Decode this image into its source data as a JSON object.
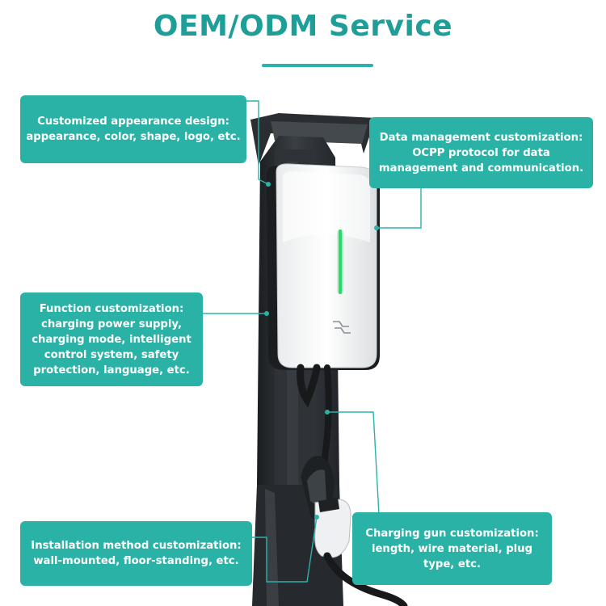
{
  "header": {
    "title": "OEM/ODM Service"
  },
  "callouts": {
    "appearance": {
      "lines": [
        "Customized appearance design:",
        "appearance, color, shape, logo, etc."
      ]
    },
    "data_management": {
      "lines": [
        "Data management customization:",
        "OCPP protocol for data",
        "management and communication."
      ]
    },
    "function": {
      "lines": [
        "Function customization:",
        "charging power supply,",
        "charging mode, intelligent",
        "control system, safety",
        "protection, language, etc."
      ]
    },
    "installation": {
      "lines": [
        "Installation method customization:",
        "wall-mounted, floor-standing, etc."
      ]
    },
    "charging_gun": {
      "lines": [
        "Charging gun customization:",
        "length, wire material, plug",
        "type, etc."
      ]
    }
  },
  "colors": {
    "accent": "#2bb2a7",
    "title": "#1f9e98",
    "indicator": "#2bd96a"
  }
}
